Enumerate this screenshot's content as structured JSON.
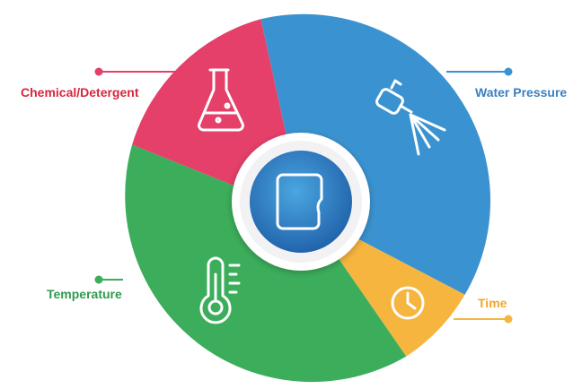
{
  "segments": [
    {
      "key": "water-pressure",
      "label": "Water Pressure",
      "color": "#3a93d0",
      "icon": "spray-nozzle-icon"
    },
    {
      "key": "time",
      "label": "Time",
      "color": "#f6b53f",
      "icon": "clock-icon"
    },
    {
      "key": "temperature",
      "label": "Temperature",
      "color": "#3cae5b",
      "icon": "thermometer-icon"
    },
    {
      "key": "chemical-detergent",
      "label": "Chemical/Detergent",
      "color": "#e4406a",
      "icon": "flask-icon"
    }
  ],
  "center": {
    "icon": "surface-square-icon",
    "color": "#2f78c0"
  }
}
